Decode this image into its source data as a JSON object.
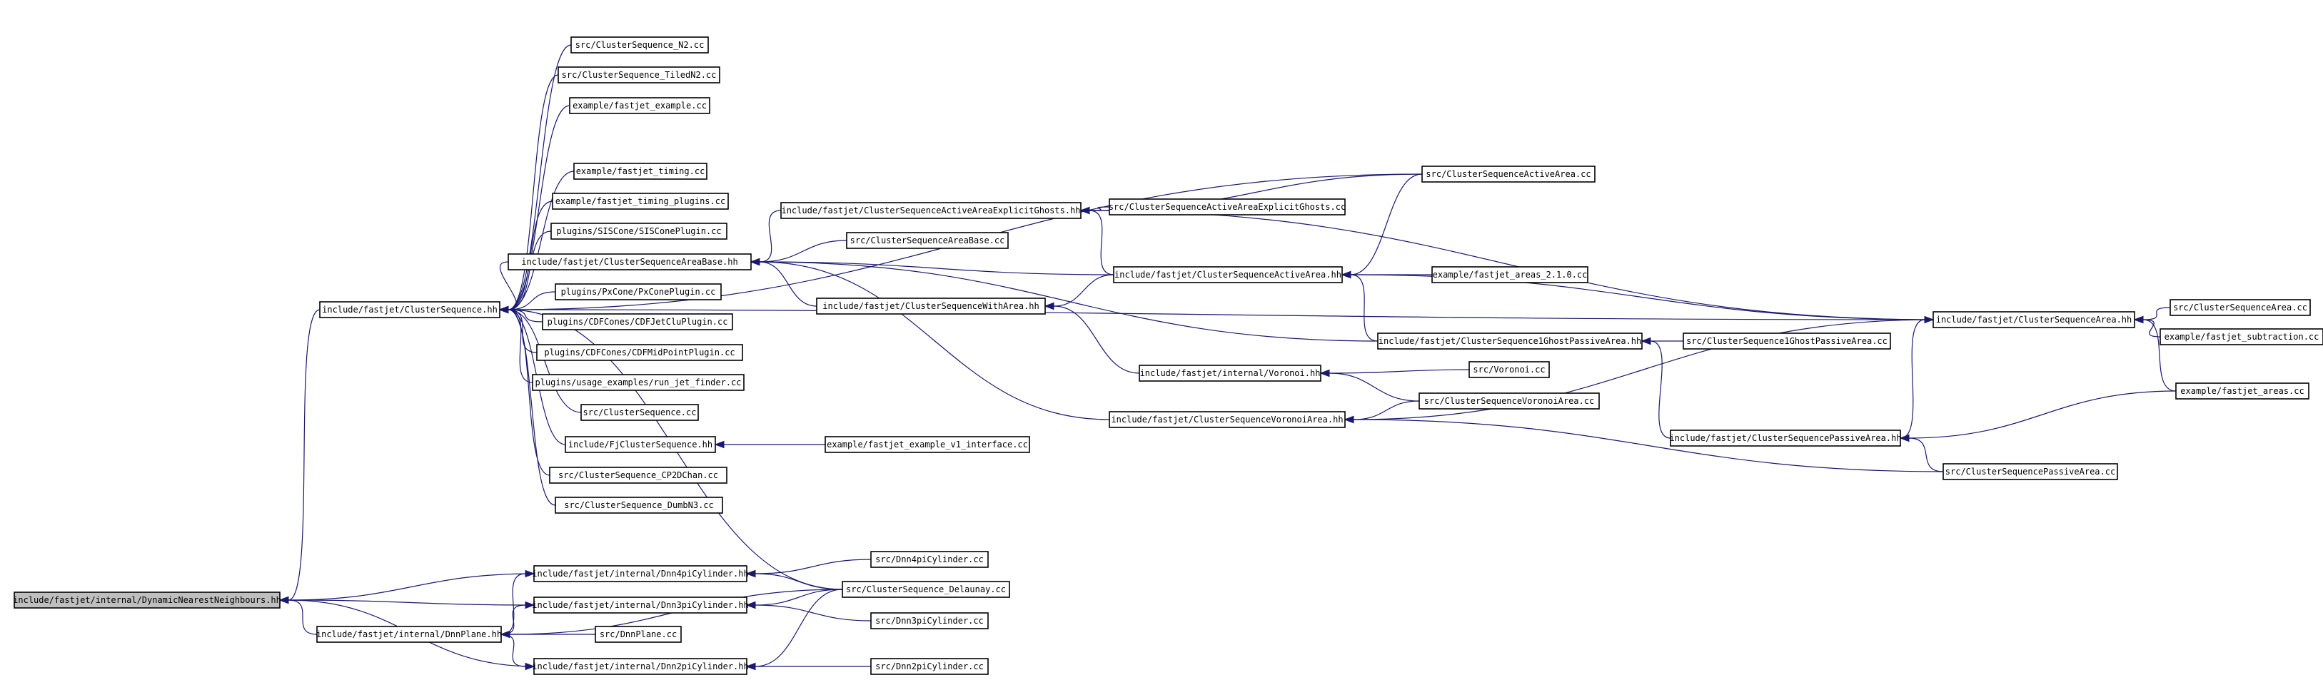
{
  "graph": {
    "edge_color": "#191970",
    "root_fill": "#bfbfbf",
    "node_fill": "#ffffff",
    "nodes": [
      {
        "id": "dnn",
        "label": "include/fastjet/internal/DynamicNearestNeighbours.hh",
        "root": true
      },
      {
        "id": "cs_hh",
        "label": "include/fastjet/ClusterSequence.hh"
      },
      {
        "id": "n2",
        "label": "src/ClusterSequence_N2.cc"
      },
      {
        "id": "tiledn2",
        "label": "src/ClusterSequence_TiledN2.cc"
      },
      {
        "id": "ex_fj",
        "label": "example/fastjet_example.cc"
      },
      {
        "id": "ex_tim",
        "label": "example/fastjet_timing.cc"
      },
      {
        "id": "ex_timpl",
        "label": "example/fastjet_timing_plugins.cc"
      },
      {
        "id": "siscone",
        "label": "plugins/SISCone/SISConePlugin.cc"
      },
      {
        "id": "csab_hh",
        "label": "include/fastjet/ClusterSequenceAreaBase.hh"
      },
      {
        "id": "pxcone",
        "label": "plugins/PxCone/PxConePlugin.cc"
      },
      {
        "id": "cdfjc",
        "label": "plugins/CDFCones/CDFJetCluPlugin.cc"
      },
      {
        "id": "cdfmp",
        "label": "plugins/CDFCones/CDFMidPointPlugin.cc"
      },
      {
        "id": "runjf",
        "label": "plugins/usage_examples/run_jet_finder.cc"
      },
      {
        "id": "cs_cc",
        "label": "src/ClusterSequence.cc"
      },
      {
        "id": "fjcs_hh",
        "label": "include/FjClusterSequence.hh"
      },
      {
        "id": "cp2d",
        "label": "src/ClusterSequence_CP2DChan.cc"
      },
      {
        "id": "dumbn3",
        "label": "src/ClusterSequence_DumbN3.cc"
      },
      {
        "id": "ex_v1",
        "label": "example/fastjet_example_v1_interface.cc"
      },
      {
        "id": "csaaeg_hh",
        "label": "include/fastjet/ClusterSequenceActiveAreaExplicitGhosts.hh"
      },
      {
        "id": "csab_cc",
        "label": "src/ClusterSequenceAreaBase.cc"
      },
      {
        "id": "cswa_hh",
        "label": "include/fastjet/ClusterSequenceWithArea.hh"
      },
      {
        "id": "csaa_hh",
        "label": "include/fastjet/ClusterSequenceActiveArea.hh"
      },
      {
        "id": "csaaeg_cc",
        "label": "src/ClusterSequenceActiveAreaExplicitGhosts.cc"
      },
      {
        "id": "csaa_cc",
        "label": "src/ClusterSequenceActiveArea.cc"
      },
      {
        "id": "ex_areas2",
        "label": "example/fastjet_areas_2.1.0.cc"
      },
      {
        "id": "cs1gpa_hh",
        "label": "include/fastjet/ClusterSequence1GhostPassiveArea.hh"
      },
      {
        "id": "cs1gpa_cc",
        "label": "src/ClusterSequence1GhostPassiveArea.cc"
      },
      {
        "id": "voronoi_hh",
        "label": "include/fastjet/internal/Voronoi.hh"
      },
      {
        "id": "voronoi_cc",
        "label": "src/Voronoi.cc"
      },
      {
        "id": "csva_cc",
        "label": "src/ClusterSequenceVoronoiArea.cc"
      },
      {
        "id": "csva_hh",
        "label": "include/fastjet/ClusterSequenceVoronoiArea.hh"
      },
      {
        "id": "csarea_hh",
        "label": "include/fastjet/ClusterSequenceArea.hh"
      },
      {
        "id": "csarea_cc",
        "label": "src/ClusterSequenceArea.cc"
      },
      {
        "id": "ex_sub",
        "label": "example/fastjet_subtraction.cc"
      },
      {
        "id": "ex_areas",
        "label": "example/fastjet_areas.cc"
      },
      {
        "id": "cspa_hh",
        "label": "include/fastjet/ClusterSequencePassiveArea.hh"
      },
      {
        "id": "cspa_cc",
        "label": "src/ClusterSequencePassiveArea.cc"
      },
      {
        "id": "d4pi_hh",
        "label": "include/fastjet/internal/Dnn4piCylinder.hh"
      },
      {
        "id": "d3pi_hh",
        "label": "include/fastjet/internal/Dnn3piCylinder.hh"
      },
      {
        "id": "dplane_hh",
        "label": "include/fastjet/internal/DnnPlane.hh"
      },
      {
        "id": "d2pi_hh",
        "label": "include/fastjet/internal/Dnn2piCylinder.hh"
      },
      {
        "id": "d4pi_cc",
        "label": "src/Dnn4piCylinder.cc"
      },
      {
        "id": "delaunay",
        "label": "src/ClusterSequence_Delaunay.cc"
      },
      {
        "id": "d3pi_cc",
        "label": "src/Dnn3piCylinder.cc"
      },
      {
        "id": "dplane_cc",
        "label": "src/DnnPlane.cc"
      },
      {
        "id": "d2pi_cc",
        "label": "src/Dnn2piCylinder.cc"
      }
    ]
  }
}
